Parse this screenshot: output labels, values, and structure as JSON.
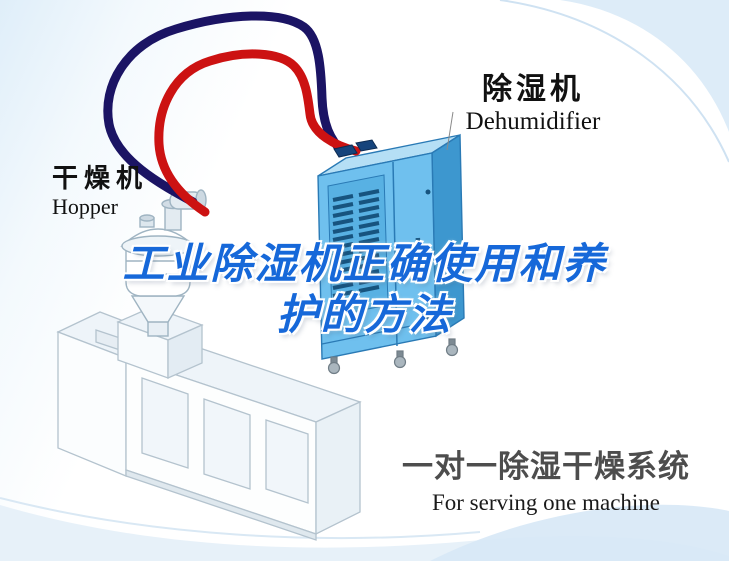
{
  "title": {
    "line1": "工业除湿机正确使用和养",
    "line2": "护的方法"
  },
  "labels": {
    "dehumidifier": {
      "zh": "除湿机",
      "en": "Dehumidifier"
    },
    "hopper": {
      "zh": "干燥机",
      "en": "Hopper"
    },
    "system": {
      "zh": "一对一除湿干燥系统",
      "en": "For serving one machine"
    }
  },
  "illustration": {
    "parts": [
      "dehumidifier-unit",
      "hopper-dryer",
      "extruder-machine",
      "supply-air-hose-red",
      "return-air-hose-navy"
    ]
  },
  "colors": {
    "title_blue": "#1668d9",
    "hose_red": "#cc1212",
    "hose_navy": "#1b1464",
    "machine_blue_front": "#6fc0ee",
    "machine_blue_side": "#3d97cf",
    "machine_blue_top": "#b5dff5",
    "system_text_gray": "#4d4d4d"
  }
}
